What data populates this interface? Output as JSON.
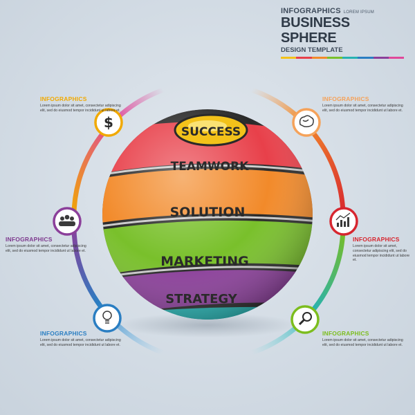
{
  "header": {
    "line1": "INFOGRAPHICS",
    "line1_sub": "LOREM IPSUM",
    "title": "BUSINESS SPHERE",
    "subtitle": "DESIGN TEMPLATE"
  },
  "sphere_bands": [
    "SUCCESS",
    "TEAMWORK",
    "SOLUTION",
    "MARKETING",
    "STRATEGY"
  ],
  "callouts": [
    {
      "title": "INFOGRAPHICS",
      "body": "Lorem ipsum dolor sit amet, consectetur adipiscing elit, sed do eiusmod tempor incididunt ut labore et.",
      "color": "#f1a900",
      "icon": "dollar-icon"
    },
    {
      "title": "INFOGRAPHICS",
      "body": "Lorem ipsum dolor sit amet, consectetur adipiscing elit, sed do eiusmod tempor incididunt ut labore et.",
      "color": "#7e3a8e",
      "icon": "team-icon"
    },
    {
      "title": "INFOGRAPHICS",
      "body": "Lorem ipsum dolor sit amet, consectetur adipiscing elit, sed do eiusmod tempor incididunt ut labore et.",
      "color": "#2a7ec2",
      "icon": "lightbulb-icon"
    },
    {
      "title": "INFOGRAPHICS",
      "body": "Lorem ipsum dolor sit amet, consectetur adipiscing elit, sed do eiusmod tempor incididunt ut labore et.",
      "color": "#f5a25a",
      "icon": "brain-icon"
    },
    {
      "title": "INFOGRAPHICS",
      "body": "Lorem ipsum dolor sit amet, consectetur adipiscing elit, sed do eiusmod tempor incididunt ut labore et.",
      "color": "#d7262f",
      "icon": "chart-icon"
    },
    {
      "title": "INFOGRAPHICS",
      "body": "Lorem ipsum dolor sit amet, consectetur adipiscing elit, sed do eiusmod tempor incididunt ut labore et.",
      "color": "#7cbd1e",
      "icon": "magnifier-icon"
    }
  ],
  "palette": {
    "yellow": "#f3c21a",
    "red": "#e8404a",
    "orange": "#f28a2a",
    "green": "#79c02b",
    "purple": "#8b3f9a",
    "teal": "#27b2b2",
    "blue": "#2a7ec2"
  }
}
